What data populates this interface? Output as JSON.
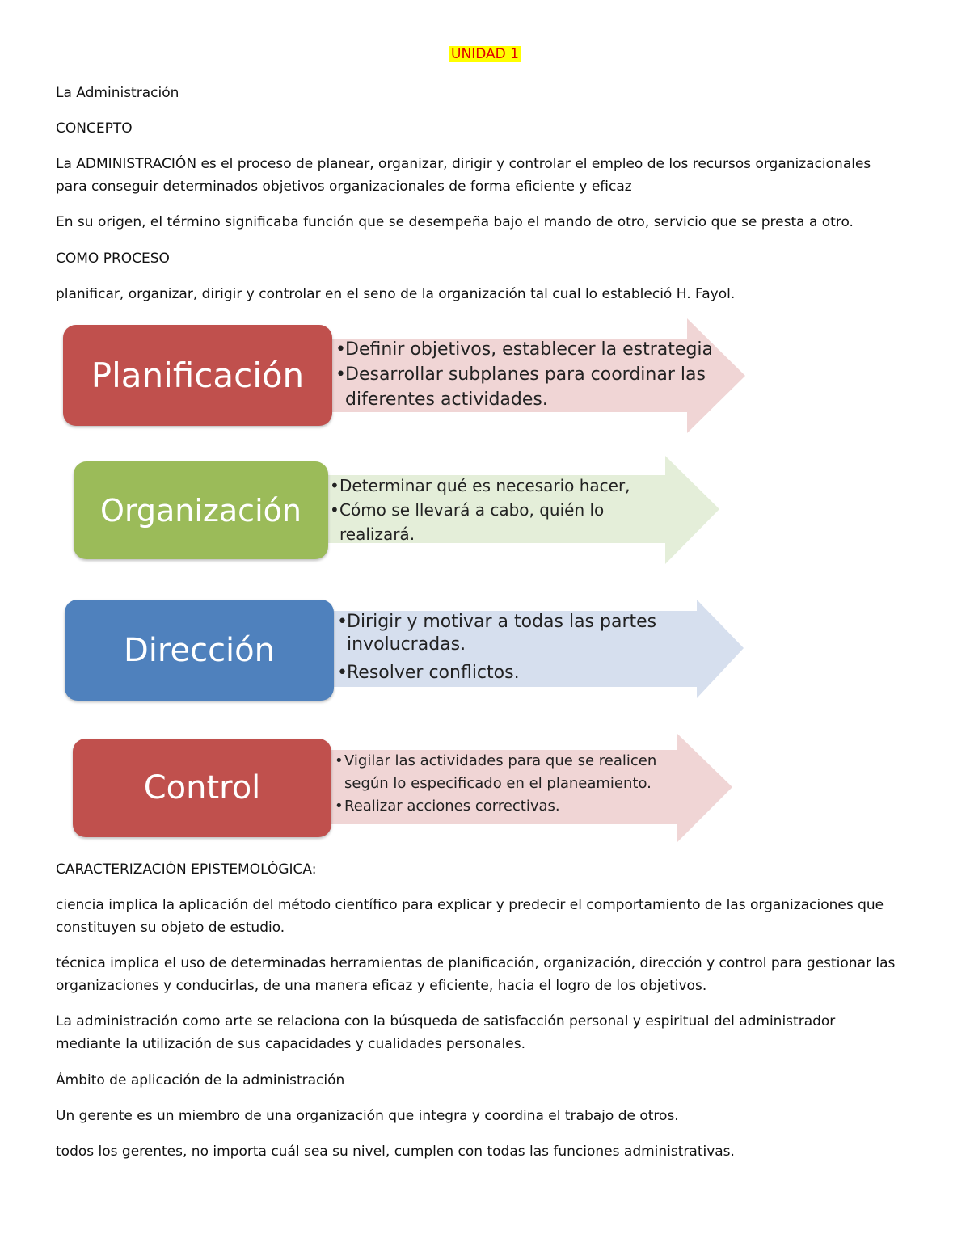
{
  "document": {
    "title": "UNIDAD 1",
    "paragraphs_top": [
      "La Administración",
      "CONCEPTO",
      "La ADMINISTRACIÓN es el proceso de planear, organizar, dirigir y controlar el empleo de los recursos organizacionales para conseguir determinados objetivos organizacionales de forma eficiente y eficaz",
      "En su origen, el término significaba función que se desempeña bajo el mando de otro, servicio que se presta a otro.",
      "COMO PROCESO",
      "planificar, organizar, dirigir y controlar en el seno de la organización tal cual lo estableció H. Fayol."
    ],
    "diagram": {
      "rows": [
        {
          "label": "Planificación",
          "color": "#c0504d",
          "arrow_color": "#f0d5d5",
          "bullets": [
            "Definir objetivos, establecer la estrategia",
            "Desarrollar subplanes para coordinar las diferentes actividades."
          ]
        },
        {
          "label": "Organización",
          "color": "#9bbb59",
          "arrow_color": "#e4eed9",
          "bullets": [
            "Determinar qué es necesario hacer,",
            "Cómo se llevará a cabo, quién lo realizará."
          ]
        },
        {
          "label": "Dirección",
          "color": "#4f81bd",
          "arrow_color": "#d6dfee",
          "bullets": [
            "Dirigir y motivar a todas las partes involucradas.",
            "Resolver conflictos."
          ]
        },
        {
          "label": "Control",
          "color": "#c0504d",
          "arrow_color": "#f0d5d5",
          "bullets": [
            "Vigilar las actividades para que se realicen según lo especificado en el planeamiento.",
            "Realizar acciones correctivas."
          ]
        }
      ]
    },
    "paragraphs_bottom": [
      "CARACTERIZACIÓN EPISTEMOLÓGICA:",
      "ciencia implica la aplicación del método científico para explicar y predecir el comportamiento de las organizaciones que constituyen su objeto de estudio.",
      "técnica implica el uso de determinadas herramientas de planificación, organización, dirección y control para gestionar las organizaciones y conducirlas, de una manera eficaz y eficiente, hacia el logro de los objetivos.",
      "La administración como arte se relaciona con la búsqueda de satisfacción personal y espiritual del administrador mediante la utilización de sus capacidades y cualidades personales.",
      "Ámbito de aplicación de la administración",
      "Un gerente es un miembro de una organización que integra y coordina el trabajo de otros.",
      "todos los gerentes, no importa cuál sea su nivel, cumplen con todas las funciones administrativas."
    ]
  }
}
